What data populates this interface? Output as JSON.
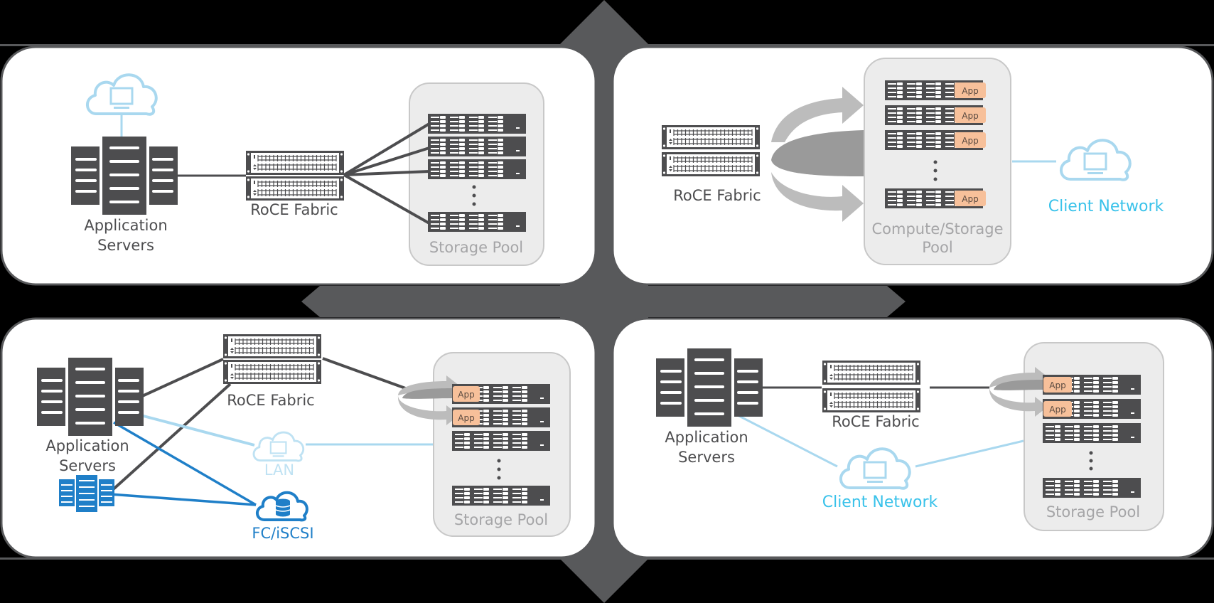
{
  "title": "RoCE deployment topologies",
  "colors": {
    "background": "#000000",
    "frame": "#58595b",
    "panel": "#ffffff",
    "pool_fill": "#ececec",
    "pool_stroke": "#c8c8c8",
    "server": "#4d4d4f",
    "app_badge": "#f7c09a",
    "client_network": "#39c2ea",
    "client_line": "#a9d8ef",
    "lan": "#bfe2f3",
    "fc_iscsi": "#1f7fc8",
    "arrow_light": "#bcbcbc",
    "arrow_dark": "#9a9a9a"
  },
  "panels": [
    {
      "id": "top-left",
      "labels": {
        "servers_line1": "Application",
        "servers_line2": "Servers",
        "fabric": "RoCE Fabric",
        "pool": "Storage Pool"
      },
      "storage_units_shown": 4,
      "ellipsis": true
    },
    {
      "id": "top-right",
      "labels": {
        "fabric": "RoCE Fabric",
        "pool_line1": "Compute/Storage",
        "pool_line2": "Pool",
        "client": "Client Network"
      },
      "app_badge": "App",
      "app_units": 4,
      "ellipsis": true
    },
    {
      "id": "bottom-left",
      "labels": {
        "servers_line1": "Application",
        "servers_line2": "Servers",
        "fabric": "RoCE Fabric",
        "lan": "LAN",
        "fc": "FC/iSCSI",
        "pool": "Storage Pool"
      },
      "app_badge": "App",
      "app_units": 2,
      "ellipsis": true
    },
    {
      "id": "bottom-right",
      "labels": {
        "servers_line1": "Application",
        "servers_line2": "Servers",
        "fabric": "RoCE Fabric",
        "client": "Client Network",
        "pool": "Storage Pool"
      },
      "app_badge": "App",
      "app_units": 2,
      "ellipsis": true
    }
  ]
}
